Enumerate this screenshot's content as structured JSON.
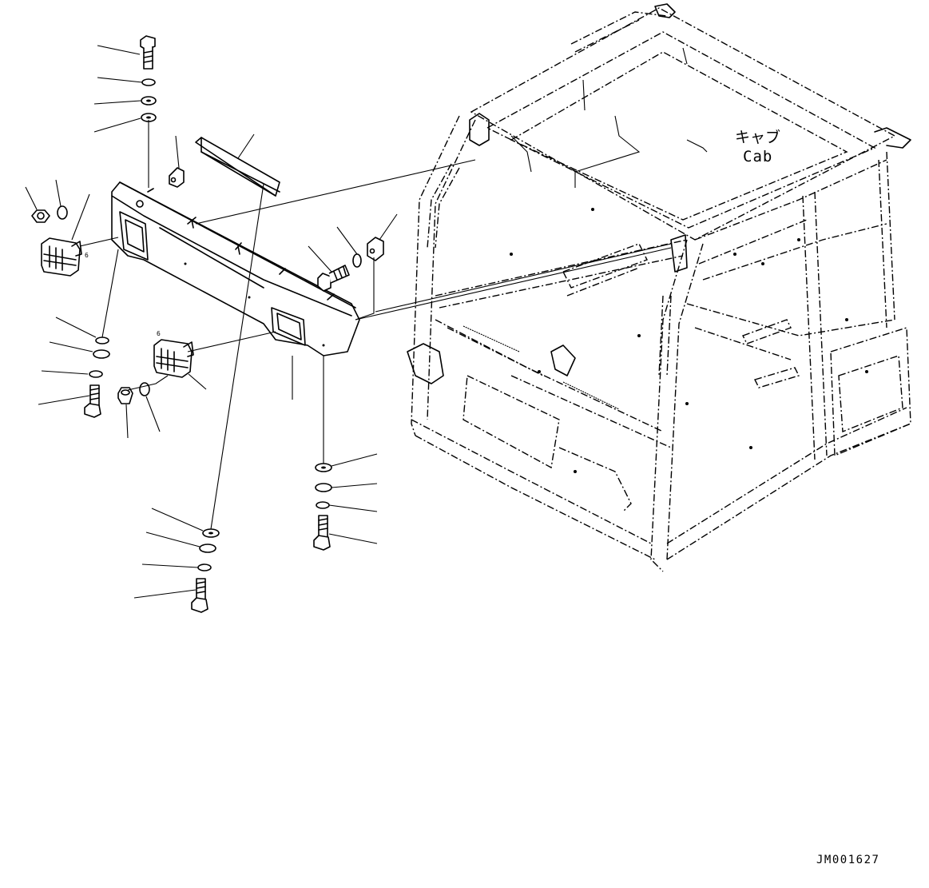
{
  "diagram": {
    "cab_label_jp": "キャブ",
    "cab_label_en": "Cab",
    "drawing_id": "JM001627",
    "connector_tag_left": "6",
    "connector_tag_right": "6"
  }
}
